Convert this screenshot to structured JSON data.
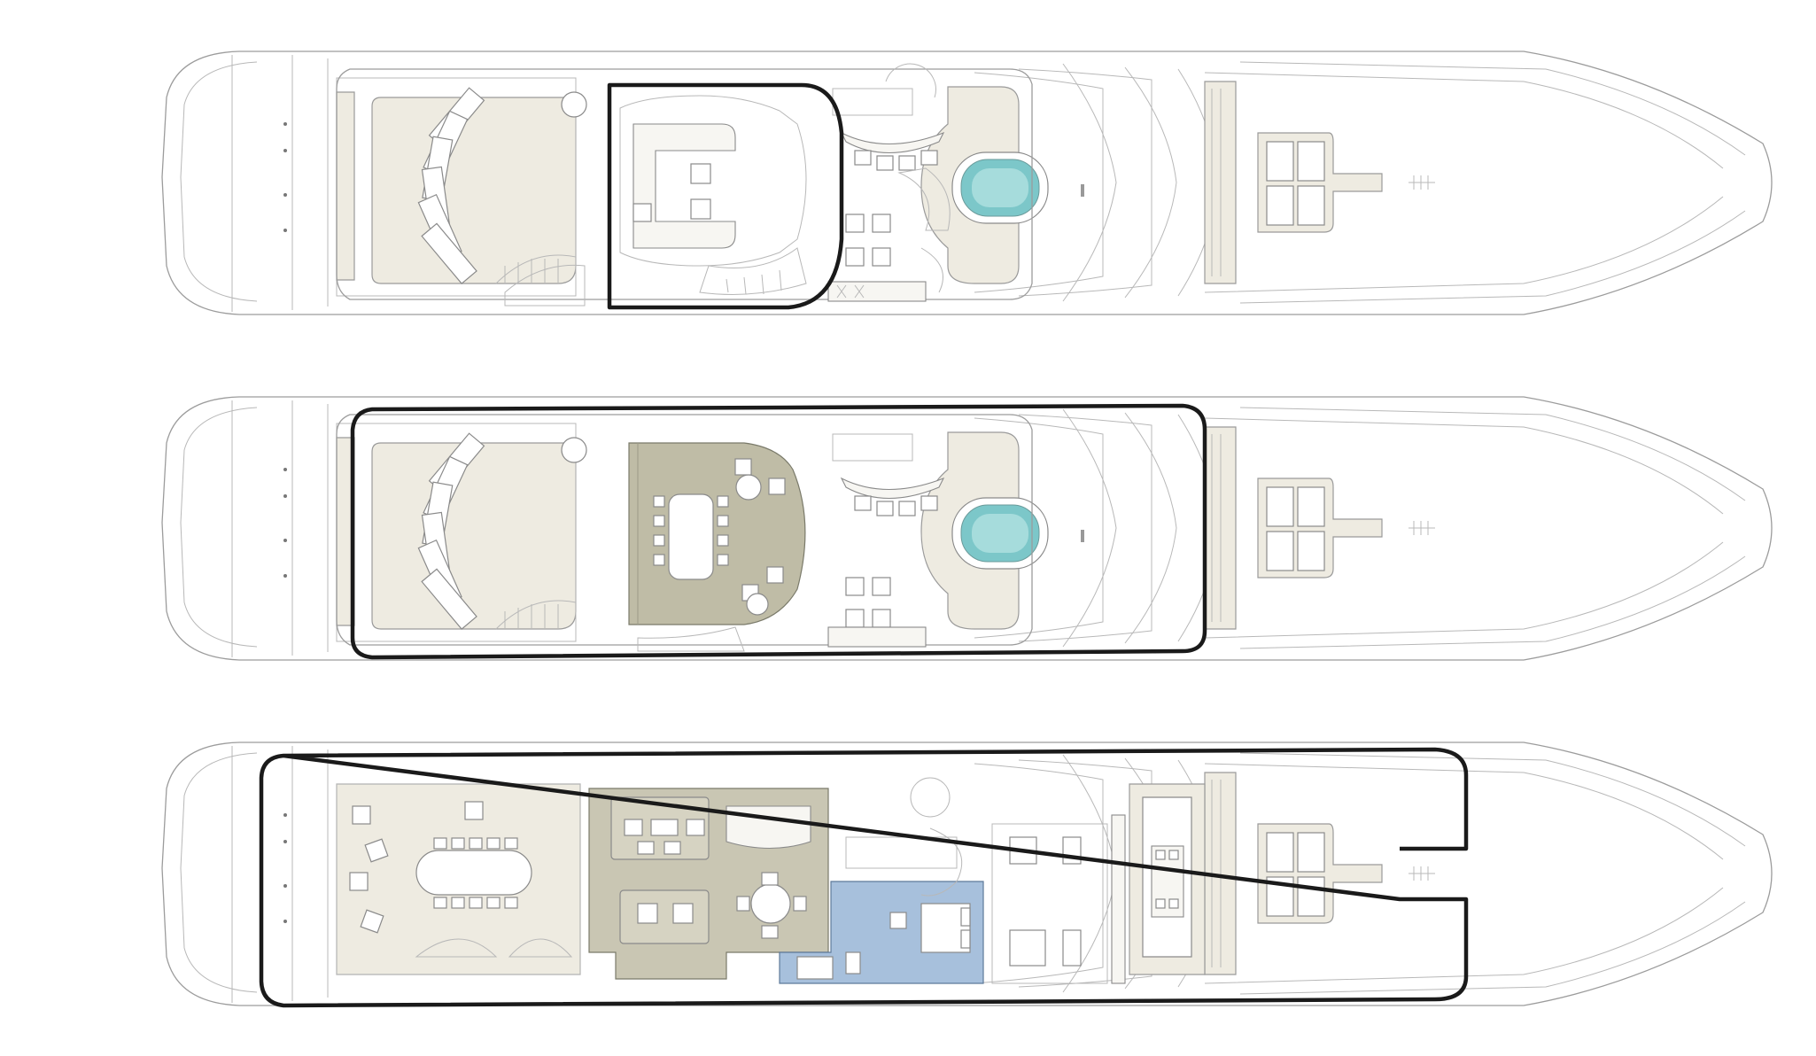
{
  "colors": {
    "background": "#ffffff",
    "hull_line": "#9c9c9c",
    "highlight_outline": "#1a1a1a",
    "teak_deck": "#eeebe1",
    "main_salon": "#c9c6b3",
    "sky_lounge": "#bfbca6",
    "owner_suite": "#a7c0dc",
    "jacuzzi_water": "#7cc7c9"
  },
  "decks": [
    {
      "id": "sun-deck",
      "highlight": "sun-deck-bridge-area"
    },
    {
      "id": "upper-deck",
      "highlight": "upper-deck-enclosure"
    },
    {
      "id": "main-deck",
      "highlight": "main-deck-enclosure"
    }
  ]
}
